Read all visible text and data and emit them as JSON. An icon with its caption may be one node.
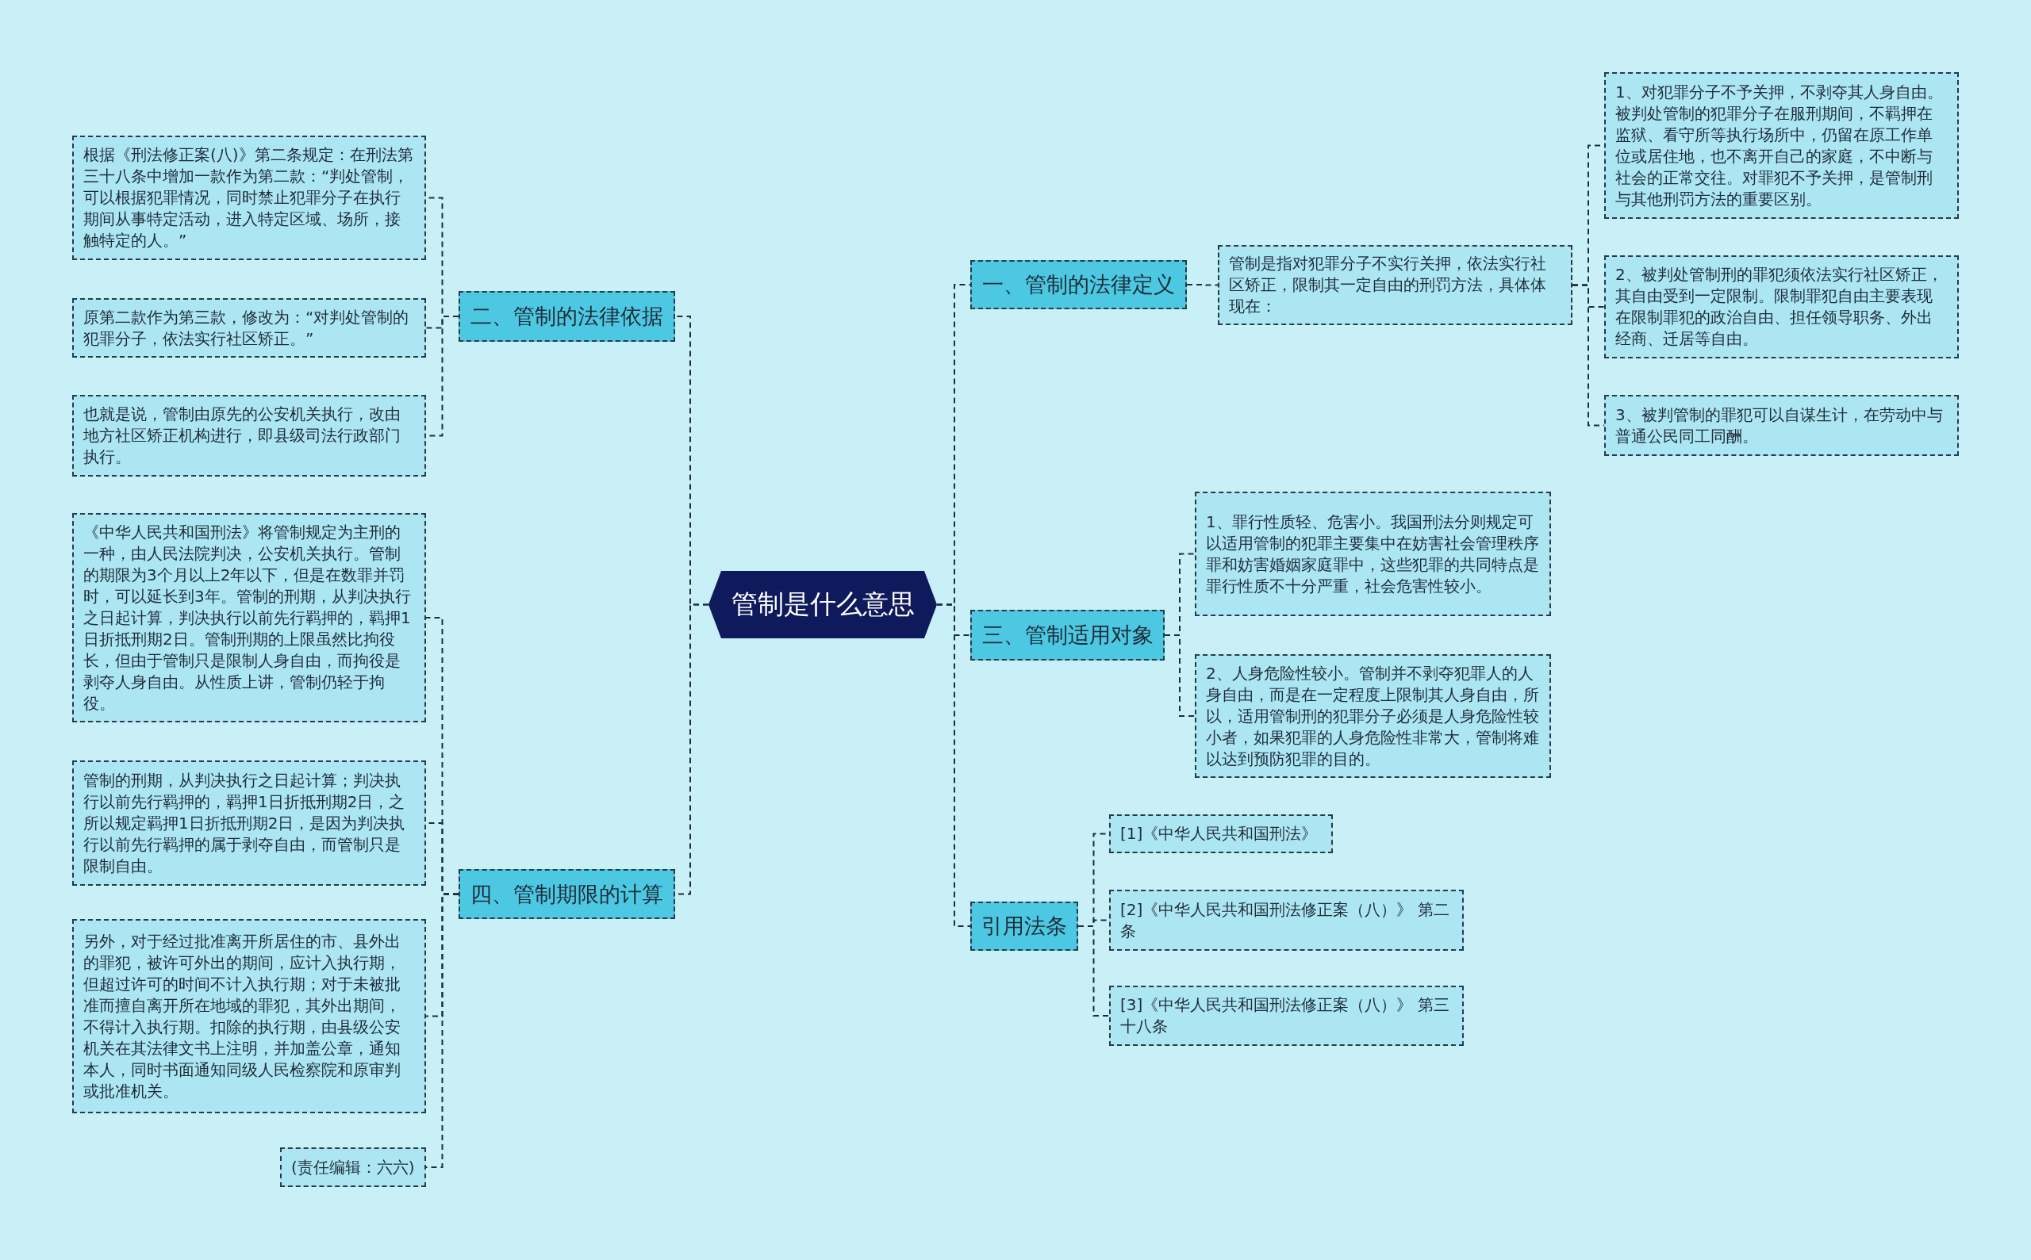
{
  "diagram": {
    "nodes": [
      {
        "text": [
          "管制是什么意思"
        ]
      },
      {
        "text": [
          "一、管制的法律定义"
        ]
      },
      {
        "text": [
          "管制是指对犯罪分子不实行关押，依法实行社区矫正，限制其一定自由的刑罚方法，具体体现在："
        ]
      },
      {
        "text": [
          "1、对犯罪分子不予关押，不剥夺其人身自由。被判处管制的犯罪分子在服刑期间，不羁押在监狱、看守所等执行场所中，仍留在原工作单位或居住地，也不离开自己的家庭，不中断与社会的正常交往。对罪犯不予关押，是管制刑与其他刑罚方法的重要区别。"
        ]
      },
      {
        "text": [
          "2、被判处管制刑的罪犯须依法实行社区矫正，其自由受到一定限制。限制罪犯自由主要表现在限制罪犯的政治自由、担任领导职务、外出经商、迁居等自由。"
        ]
      },
      {
        "text": [
          "3、被判管制的罪犯可以自谋生计，在劳动中与普通公民同工同酬。"
        ]
      },
      {
        "text": [
          "三、管制适用对象"
        ]
      },
      {
        "text": [
          "1、罪行性质轻、危害小。我国刑法分则规定可以适用管制的犯罪主要集中在妨害社会管理秩序罪和妨害婚姻家庭罪中，这些犯罪的共同特点是罪行性质不十分严重，社会危害性较小。"
        ]
      },
      {
        "text": [
          "2、人身危险性较小。管制并不剥夺犯罪人的人身自由，而是在一定程度上限制其人身自由，所以，适用管制刑的犯罪分子必须是人身危险性较小者，如果犯罪的人身危险性非常大，管制将难以达到预防犯罪的目的。"
        ]
      },
      {
        "text": [
          "引用法条"
        ]
      },
      {
        "text": [
          "[1]《中华人民共和国刑法》"
        ]
      },
      {
        "text": [
          "[2]《中华人民共和国刑法修正案（八）》 第二条"
        ]
      },
      {
        "text": [
          "[3]《中华人民共和国刑法修正案（八）》 第三十八条"
        ]
      },
      {
        "text": [
          "二、管制的法律依据"
        ]
      },
      {
        "text": [
          "根据《刑法修正案(八)》第二条规定：在刑法第三十八条中增加一款作为第二款：“判处管制，可以根据犯罪情况，同时禁止犯罪分子在执行期间从事特定活动，进入特定区域、场所，接触特定的人。”"
        ]
      },
      {
        "text": [
          "原第二款作为第三款，修改为：“对判处管制的犯罪分子，依法实行社区矫正。”"
        ]
      },
      {
        "text": [
          "也就是说，管制由原先的公安机关执行，改由地方社区矫正机构进行，即县级司法行政部门执行。"
        ]
      },
      {
        "text": [
          "四、管制期限的计算"
        ]
      },
      {
        "text": [
          "《中华人民共和国刑法》将管制规定为主刑的一种，由人民法院判决，公安机关执行。管制的期限为3个月以上2年以下，但是在数罪并罚时，可以延长到3年。管制的刑期，从判决执行之日起计算，判决执行以前先行羁押的，羁押1日折抵刑期2日。管制刑期的上限虽然比拘役长，但由于管制只是限制人身自由，而拘役是剥夺人身自由。从性质上讲，管制仍轻于拘役。"
        ]
      },
      {
        "text": [
          "管制的刑期，从判决执行之日起计算；判决执行以前先行羁押的，羁押1日折抵刑期2日，之所以规定羁押1日折抵刑期2日，是因为判决执行以前先行羁押的属于剥夺自由，而管制只是限制自由。"
        ]
      },
      {
        "text": [
          "另外，对于经过批准离开所居住的市、县外出的罪犯，被许可外出的期间，应计入执行期，但超过许可的时间不计入执行期；对于未被批准而擅自离开所在地域的罪犯，其外出期间，不得计入执行期。扣除的执行期，由县级公安机关在其法律文书上注明，并加盖公章，通知本人，同时书面通知同级人民检察院和原审判或批准机关。"
        ]
      },
      {
        "text": [
          "(责任编辑：六六)"
        ]
      }
    ],
    "edges": [
      {
        "from": 0,
        "to": 1,
        "arrow": "none",
        "style": "dashed"
      },
      {
        "from": 1,
        "to": 2,
        "arrow": "none",
        "style": "dashed"
      },
      {
        "from": 2,
        "to": 3,
        "arrow": "none",
        "style": "dashed"
      },
      {
        "from": 2,
        "to": 4,
        "arrow": "none",
        "style": "dashed"
      },
      {
        "from": 2,
        "to": 5,
        "arrow": "none",
        "style": "dashed"
      },
      {
        "from": 0,
        "to": 6,
        "arrow": "none",
        "style": "dashed"
      },
      {
        "from": 6,
        "to": 7,
        "arrow": "none",
        "style": "dashed"
      },
      {
        "from": 6,
        "to": 8,
        "arrow": "none",
        "style": "dashed"
      },
      {
        "from": 0,
        "to": 9,
        "arrow": "none",
        "style": "dashed"
      },
      {
        "from": 9,
        "to": 10,
        "arrow": "none",
        "style": "dashed"
      },
      {
        "from": 9,
        "to": 11,
        "arrow": "none",
        "style": "dashed"
      },
      {
        "from": 9,
        "to": 12,
        "arrow": "none",
        "style": "dashed"
      },
      {
        "from": 0,
        "to": 13,
        "arrow": "none",
        "style": "dashed"
      },
      {
        "from": 13,
        "to": 14,
        "arrow": "none",
        "style": "dashed"
      },
      {
        "from": 13,
        "to": 15,
        "arrow": "none",
        "style": "dashed"
      },
      {
        "from": 13,
        "to": 16,
        "arrow": "none",
        "style": "dashed"
      },
      {
        "from": 0,
        "to": 17,
        "arrow": "none",
        "style": "dashed"
      },
      {
        "from": 17,
        "to": 18,
        "arrow": "none",
        "style": "dashed"
      },
      {
        "from": 17,
        "to": 19,
        "arrow": "none",
        "style": "dashed"
      },
      {
        "from": 17,
        "to": 20,
        "arrow": "none",
        "style": "dashed"
      },
      {
        "from": 17,
        "to": 21,
        "arrow": "none",
        "style": "dashed"
      }
    ]
  }
}
